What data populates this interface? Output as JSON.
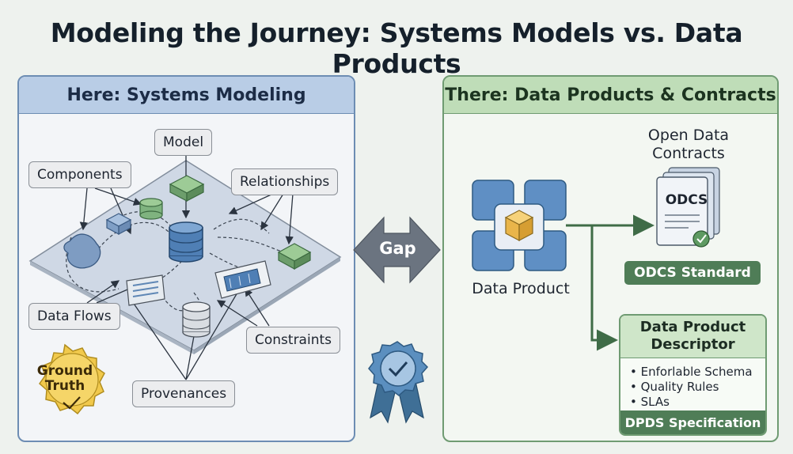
{
  "title": "Modeling the Journey: Systems Models vs. Data Products",
  "left_panel": {
    "header": "Here: Systems Modeling",
    "labels": {
      "model": "Model",
      "components": "Components",
      "relationships": "Relationships",
      "data_flows": "Data Flows",
      "constraints": "Constraints",
      "provenances": "Provenances"
    },
    "badge_line1": "Ground",
    "badge_line2": "Truth"
  },
  "gap_label": "Gap",
  "right_panel": {
    "header": "There: Data Products & Contracts",
    "data_product_label": "Data Product",
    "odc_line1": "Open Data",
    "odc_line2": "Contracts",
    "odcs_doc_label": "ODCS",
    "odcs_standard": "ODCS Standard",
    "dpd": {
      "line1": "Data Product",
      "line2": "Descriptor",
      "items": [
        "Enforlable Schema",
        "Quality Rules",
        "SLAs"
      ],
      "footer": "DPDS Specification"
    }
  },
  "colors": {
    "left_accent": "#b9cde6",
    "right_accent": "#bfddb8",
    "green_bar": "#4f7d57",
    "gap_arrow": "#6b7480",
    "badge_gold": "#f1c94c",
    "ribbon_blue": "#3f6f96"
  }
}
